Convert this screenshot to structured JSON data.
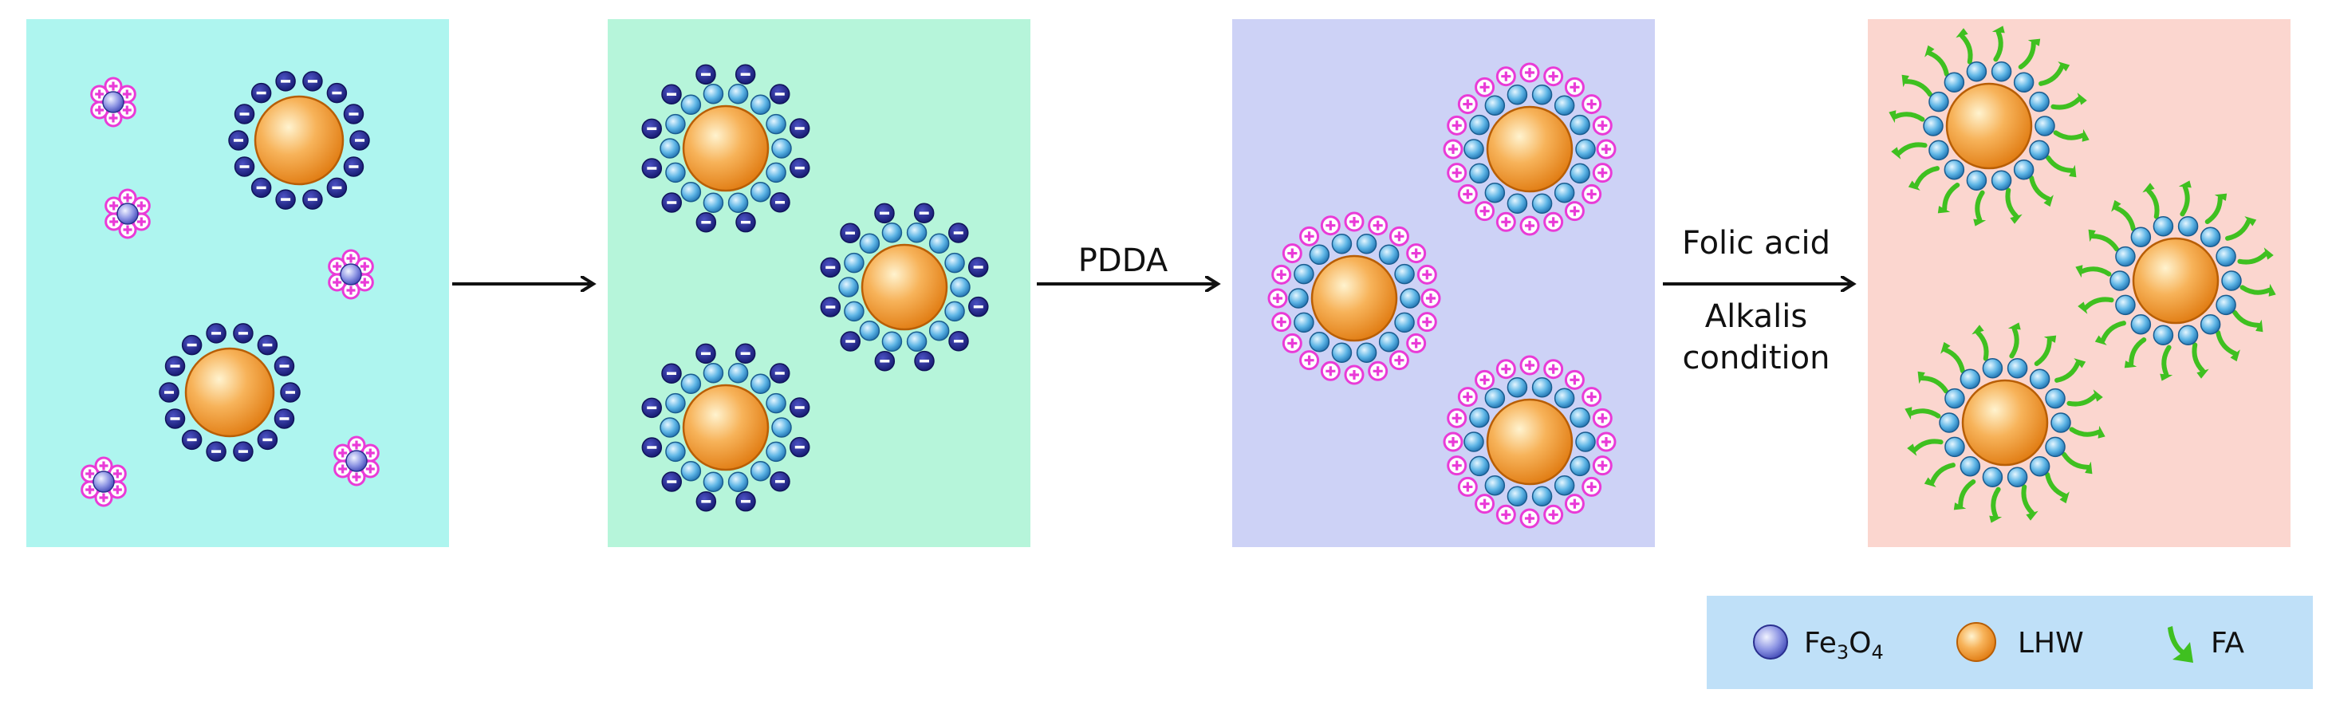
{
  "panels": [
    {
      "id": "panel-1",
      "color": "#aef5ef"
    },
    {
      "id": "panel-2",
      "color": "#b6f5da"
    },
    {
      "id": "panel-3",
      "color": "#cdd2f6"
    },
    {
      "id": "panel-4",
      "color": "#fbd6cf"
    }
  ],
  "steps": [
    {
      "id": "step-1",
      "label_top": "",
      "label_bottom": ""
    },
    {
      "id": "step-2",
      "label_top": "PDDA",
      "label_bottom": ""
    },
    {
      "id": "step-3",
      "label_top": "Folic acid",
      "label_bottom_1": "Alkalis",
      "label_bottom_2": "condition"
    }
  ],
  "legend": {
    "background": "#bfe0f8",
    "items": [
      {
        "icon": "fe3o4-particle-icon",
        "label_main": "Fe",
        "sub1": "3",
        "mid": "O",
        "sub2": "4"
      },
      {
        "icon": "lhw-particle-icon",
        "label": "LHW"
      },
      {
        "icon": "folic-acid-icon",
        "label": "FA"
      }
    ]
  },
  "colors": {
    "fe3o4": "#6f78d8",
    "lhw": "#f29a32",
    "positive_charge": "#e93bd7",
    "negative_charge": "#1b1f8a",
    "shell_bead": "#3aa3dd",
    "folic_acid": "#3fc020",
    "arrow": "#111111"
  }
}
